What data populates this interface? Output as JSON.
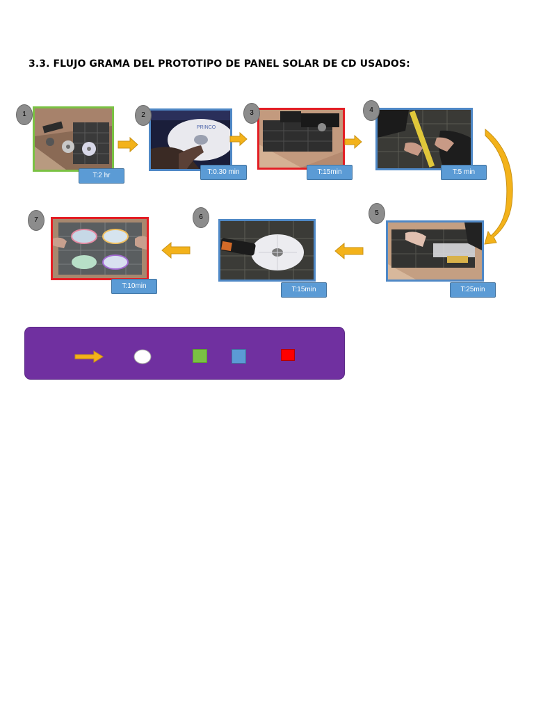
{
  "document": {
    "title": "3.3. FLUJO GRAMA DEL PROTOTIPO DE PANEL SOLAR DE CD USADOS:"
  },
  "steps": [
    {
      "number": "1",
      "time": "T:2 hr",
      "border": "green"
    },
    {
      "number": "2",
      "time": "T:0.30 min",
      "border": "blue"
    },
    {
      "number": "3",
      "time": "T:15min",
      "border": "red"
    },
    {
      "number": "4",
      "time": "T:5 min",
      "border": "blue"
    },
    {
      "number": "5",
      "time": "T:25min",
      "border": "blue"
    },
    {
      "number": "6",
      "time": "T:15min",
      "border": "blue"
    },
    {
      "number": "7",
      "time": "T:10min",
      "border": "red"
    }
  ],
  "legend": {
    "items": [
      "arrow",
      "circle",
      "green-square",
      "blue-square",
      "red-square"
    ]
  },
  "colors": {
    "arrow": "#f3b21a",
    "green": "#7ac143",
    "blue": "#4f88c6",
    "red": "#e31e24",
    "legend_bg": "#7030a0",
    "step_circle": "#8c8c8c",
    "time_box": "#5b9bd5"
  }
}
